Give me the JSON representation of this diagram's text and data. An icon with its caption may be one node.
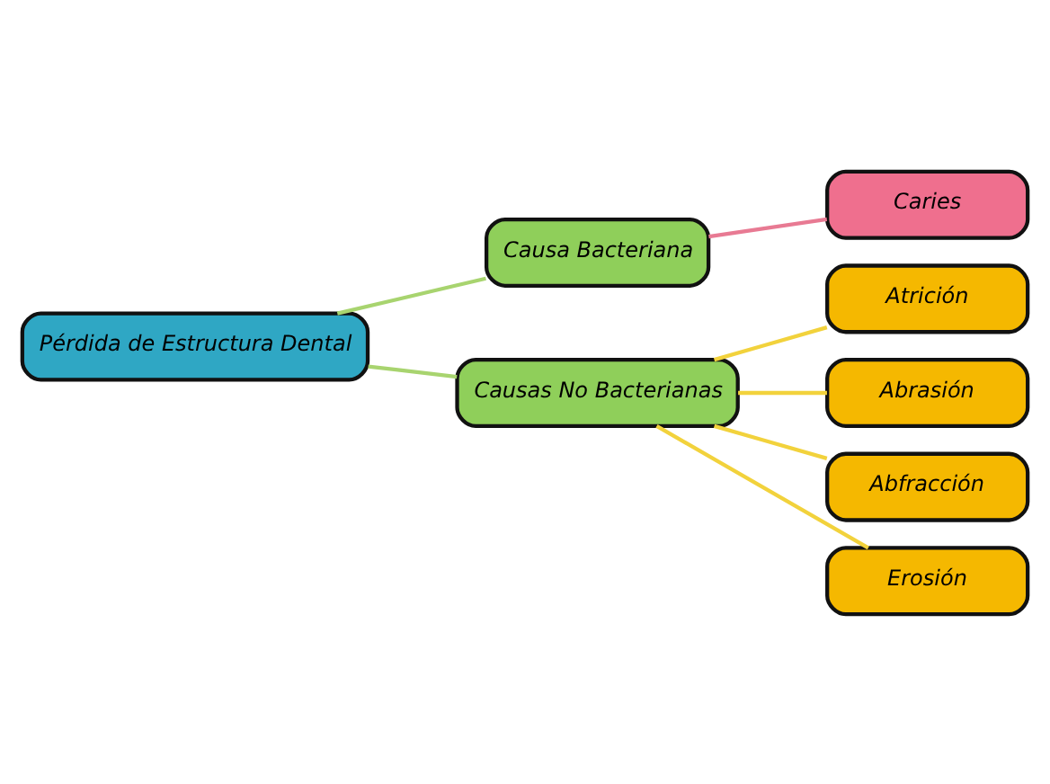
{
  "diagram": {
    "nodes": [
      {
        "text": [
          "Pérdida de Estructura Dental"
        ]
      },
      {
        "text": [
          "Causa Bacteriana"
        ]
      },
      {
        "text": [
          "Causas No Bacterianas"
        ]
      },
      {
        "text": [
          "Caries"
        ]
      },
      {
        "text": [
          "Atrición"
        ]
      },
      {
        "text": [
          "Abrasión"
        ]
      },
      {
        "text": [
          "Abfracción"
        ]
      },
      {
        "text": [
          "Erosión"
        ]
      }
    ],
    "edges": [
      {
        "from": 0,
        "to": 1,
        "arrow": "none",
        "color": "#a8d46f"
      },
      {
        "from": 0,
        "to": 2,
        "arrow": "none",
        "color": "#a8d46f"
      },
      {
        "from": 1,
        "to": 3,
        "arrow": "none",
        "color": "#e87a93"
      },
      {
        "from": 2,
        "to": 4,
        "arrow": "none",
        "color": "#f2d23c"
      },
      {
        "from": 2,
        "to": 5,
        "arrow": "none",
        "color": "#f2d23c"
      },
      {
        "from": 2,
        "to": 6,
        "arrow": "none",
        "color": "#f2d23c"
      },
      {
        "from": 2,
        "to": 7,
        "arrow": "none",
        "color": "#f2d23c"
      }
    ]
  }
}
